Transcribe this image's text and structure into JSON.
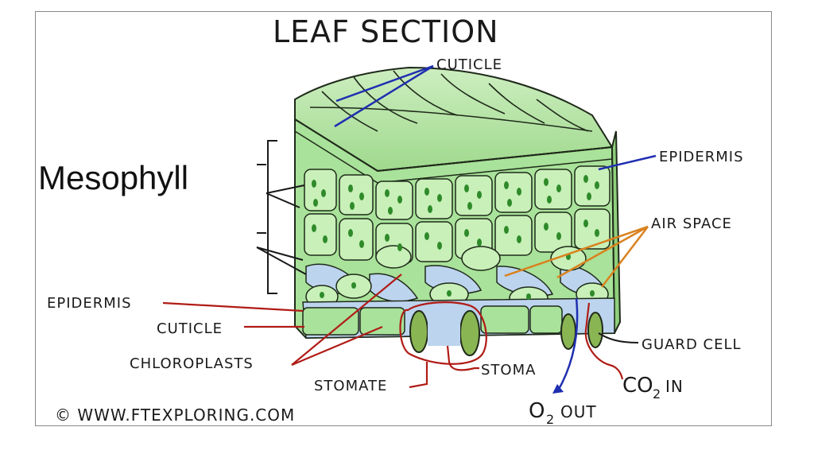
{
  "title": "LEAF SECTION",
  "overlay_label": "Mesophyll",
  "labels": {
    "cuticle_top": "CUTICLE",
    "epidermis_right": "EPIDERMIS",
    "air_space": "AIR SPACE",
    "epidermis_left": "EPIDERMIS",
    "cuticle_left": "CUTICLE",
    "chloroplasts": "CHLOROPLASTS",
    "stomate": "STOMATE",
    "stoma": "STOMA",
    "guard_cell": "GUARD CELL",
    "co2_main": "CO",
    "co2_sub": "2",
    "co2_tail": "IN",
    "o2_main": "O",
    "o2_sub": "2",
    "o2_tail": "OUT"
  },
  "copyright": "© WWW.FTEXPLORING.COM",
  "colors": {
    "cell_fill": "#a9e29a",
    "cell_light": "#c8f0b8",
    "chloroplast": "#2f8a2a",
    "air_space": "#bcd4ee",
    "guard_cell": "#8ab553",
    "blue_line": "#1f2fb0",
    "red_line": "#b01c16",
    "orange_line": "#d9821f",
    "outline": "#1f2a1a"
  }
}
